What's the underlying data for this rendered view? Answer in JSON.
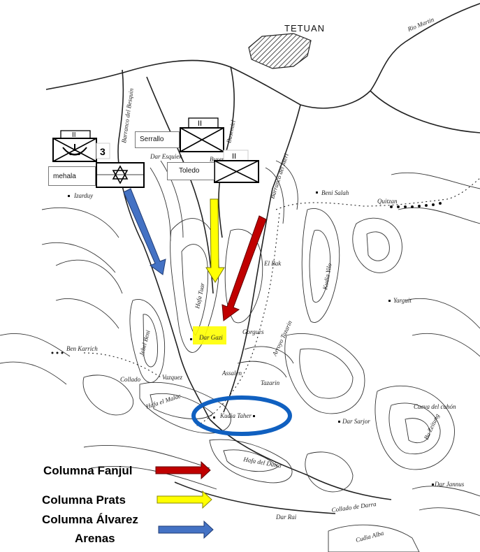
{
  "map": {
    "places": {
      "tetuan": "TETUAN",
      "rio_martin": "Rio Martin",
      "dar_esquiek": "Dar Esquiek",
      "busemiel_1": "Busemiel",
      "busemiel_2": "Busemiel",
      "barranco_del_besquin": "Barranco del Besquin",
      "barranco_del_meri": "Barranco del Meri",
      "izarduy": "Izarduy",
      "beni_salah": "Beni Salah",
      "quitzan": "Quitzan",
      "kudia_yilo": "Kudia Yilo",
      "el_bak": "El Bak",
      "hafa_tuar": "Hafa Tuar",
      "yarguit": "Yarguit",
      "dar_gazi": "Dar Gazi",
      "gorgues": "Gorgues",
      "arroyo_tazarin": "Arroyo Tazarin",
      "ben_karrich": "Ben Karrich",
      "jebel_beni": "Jebel Beni",
      "collado": "Collado",
      "vazquez": "Vazquez",
      "assalen": "Assalen",
      "tazarin": "Tazarin",
      "hafa_el_malac": "Hafa el Malac",
      "kudia_taher": "Kudia Taher",
      "dar_sarjor": "Dar Sarjor",
      "cueva_del_cuhon": "Cueva del cuhón",
      "bu_zeitung": "Bu Zeitung",
      "hafa_del_duira": "Hafa del Duira",
      "dar_jannus": "Dar Jannus",
      "collado_de_darra": "Collado de Darra",
      "dar_rai": "Dar Rai",
      "cudia_alba": "Cudia Alba"
    },
    "units": [
      {
        "name": "mehala-unit",
        "echelon": "II",
        "strength_label": "3",
        "label": "mehala",
        "symbol": "star-of-david"
      },
      {
        "name": "serrallo-unit",
        "echelon": "II",
        "label": "Serrallo",
        "symbol": "infantry-cross"
      },
      {
        "name": "toledo-unit",
        "echelon": "II",
        "label": "Toledo",
        "symbol": "infantry-cross"
      }
    ],
    "highlight_color": "#ffff00",
    "objective_ring_color": "#1060c0"
  },
  "legend": {
    "items": [
      {
        "label": "Columna Fanjul",
        "color": "#c00000"
      },
      {
        "label": "Columna Prats",
        "color": "#ffff00"
      },
      {
        "label": "Columna Álvarez",
        "label2": "Arenas",
        "color": "#4472c4"
      }
    ]
  }
}
